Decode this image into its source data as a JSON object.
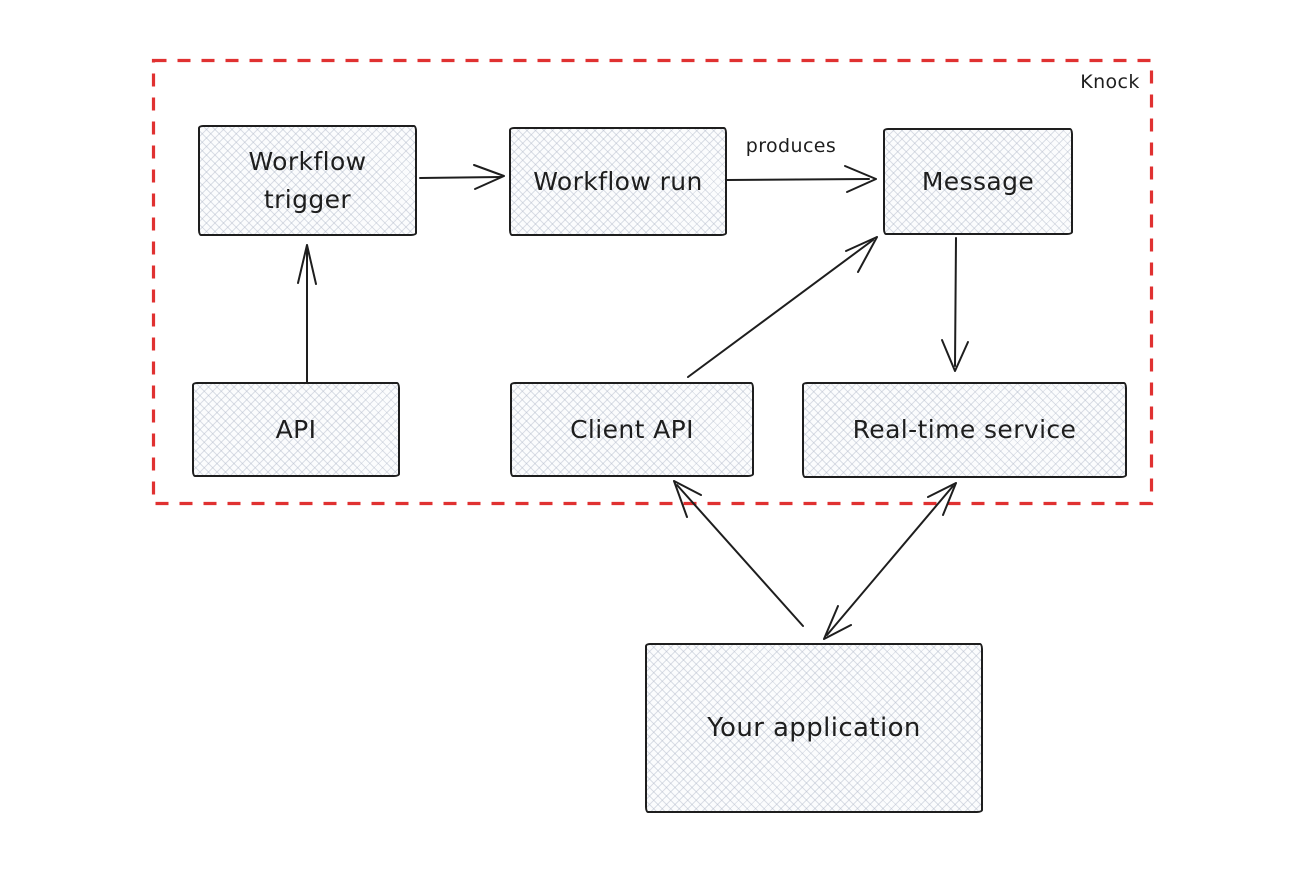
{
  "diagram": {
    "frame": {
      "label": "Knock",
      "border_color": "#e03131",
      "border_style": "dashed"
    },
    "nodes": [
      {
        "id": "workflow-trigger",
        "label": "Workflow trigger"
      },
      {
        "id": "workflow-run",
        "label": "Workflow run"
      },
      {
        "id": "message",
        "label": "Message"
      },
      {
        "id": "api",
        "label": "API"
      },
      {
        "id": "client-api",
        "label": "Client API"
      },
      {
        "id": "realtime-service",
        "label": "Real-time service"
      },
      {
        "id": "your-application",
        "label": "Your application"
      }
    ],
    "edges": [
      {
        "from": "workflow-trigger",
        "to": "workflow-run",
        "label": "",
        "bidirectional": false
      },
      {
        "from": "workflow-run",
        "to": "message",
        "label": "produces",
        "bidirectional": false
      },
      {
        "from": "api",
        "to": "workflow-trigger",
        "label": "",
        "bidirectional": false
      },
      {
        "from": "client-api",
        "to": "message",
        "label": "",
        "bidirectional": false
      },
      {
        "from": "message",
        "to": "realtime-service",
        "label": "",
        "bidirectional": false
      },
      {
        "from": "your-application",
        "to": "client-api",
        "label": "",
        "bidirectional": false
      },
      {
        "from": "your-application",
        "to": "realtime-service",
        "label": "",
        "bidirectional": true
      }
    ],
    "colors": {
      "stroke": "#1e1e1e",
      "frame": "#e03131",
      "node_fill": "#f7f8fa",
      "background": "#ffffff"
    }
  }
}
